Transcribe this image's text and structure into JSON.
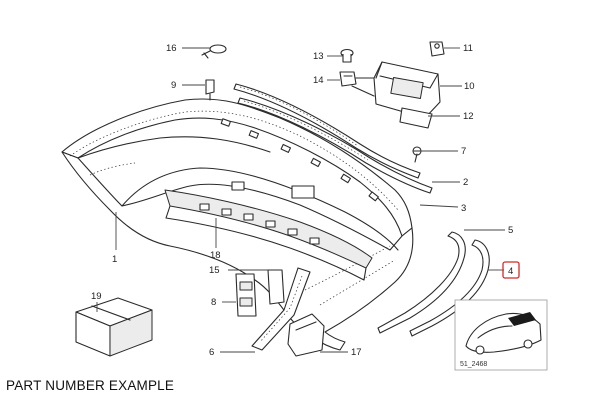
{
  "caption": "PART NUMBER EXAMPLE",
  "diagram_code": "51_2468",
  "highlight_color": "#d22a2a",
  "callouts": {
    "p1": "1",
    "p2": "2",
    "p3": "3",
    "p4": "4",
    "p5": "5",
    "p6": "6",
    "p7": "7",
    "p8": "8",
    "p9": "9",
    "p10": "10",
    "p11": "11",
    "p12": "12",
    "p13": "13",
    "p14": "14",
    "p15": "15",
    "p16": "16",
    "p17": "17",
    "p18": "18",
    "p19": "19"
  },
  "highlighted_callout": "4"
}
